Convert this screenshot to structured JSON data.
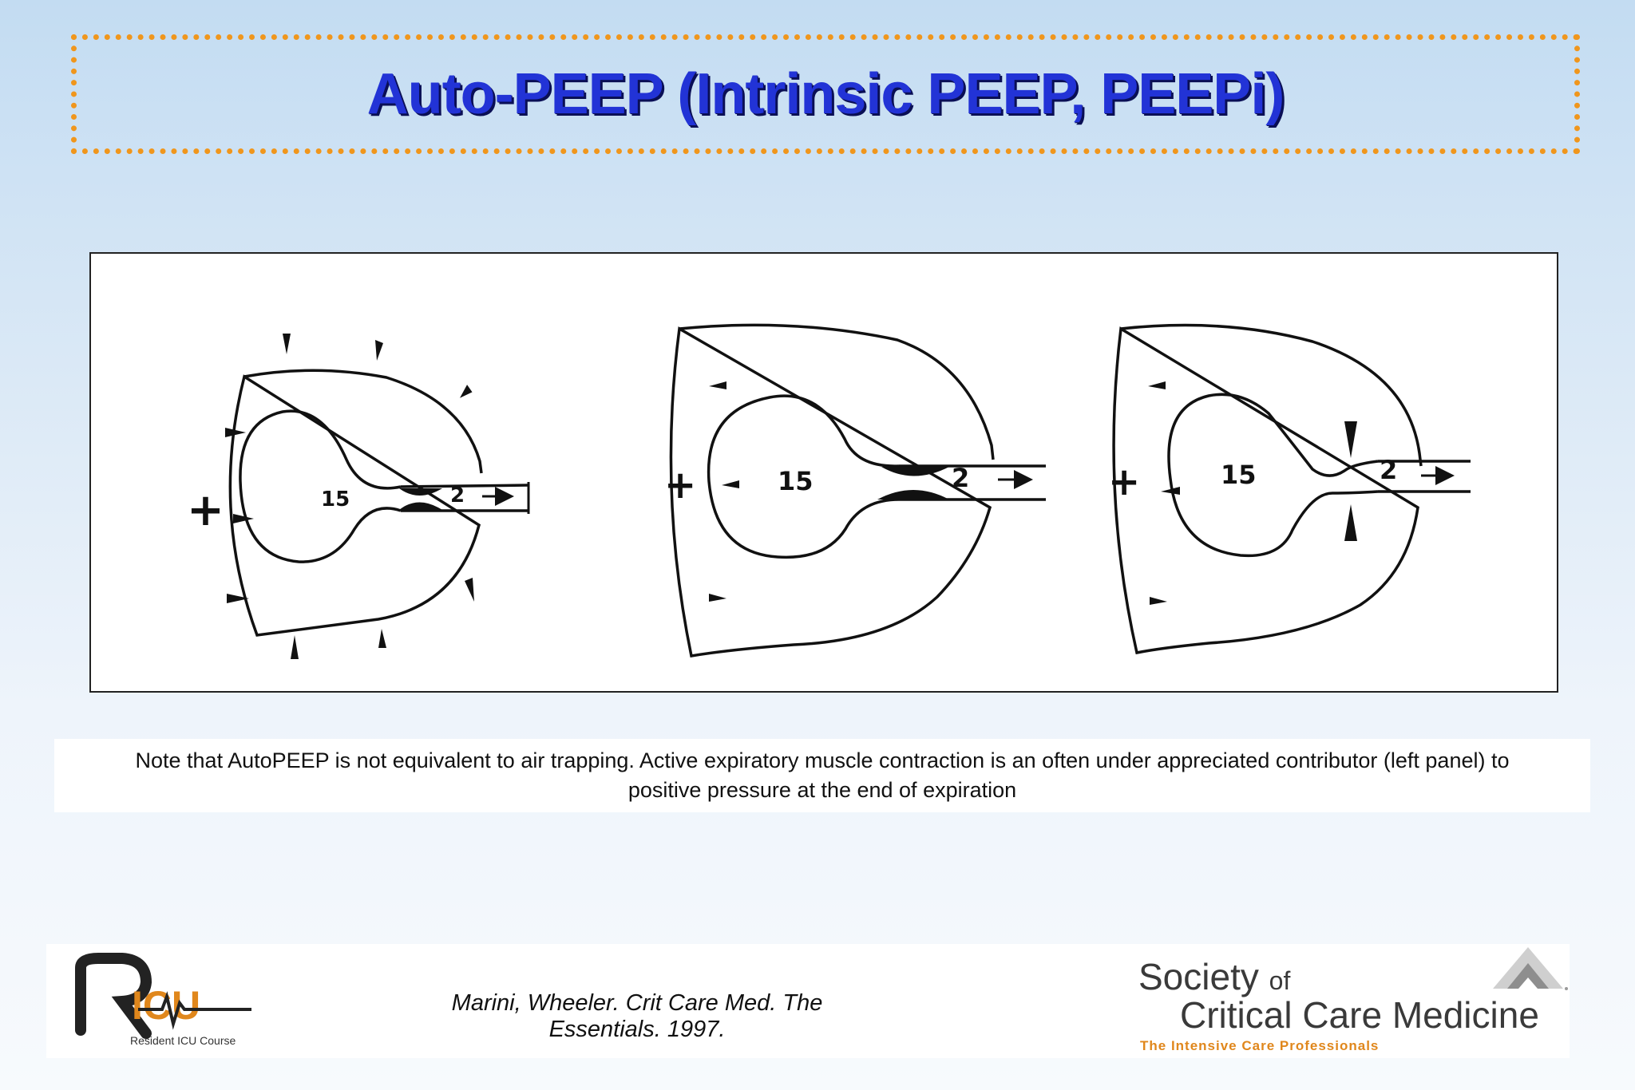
{
  "slide": {
    "title": "Auto-PEEP (Intrinsic PEEP, PEEPi)",
    "note": "Note that AutoPEEP is not equivalent to air trapping. Active expiratory muscle contraction is an often under appreciated contributor (left panel) to positive pressure at the end of expiration",
    "citation": "Marini, Wheeler. Crit Care Med. The Essentials. 1997."
  },
  "diagram": {
    "panels": [
      {
        "alveolar_pressure": "15",
        "airway_pressure": "2",
        "plus_sign": "+"
      },
      {
        "alveolar_pressure": "15",
        "airway_pressure": "2",
        "plus_sign": "+"
      },
      {
        "alveolar_pressure": "15",
        "airway_pressure": "2",
        "plus_sign": "+"
      }
    ]
  },
  "logos": {
    "ricu": {
      "subtitle": "Resident ICU Course"
    },
    "sccm": {
      "society": "Society",
      "of": "of",
      "name": "Critical Care Medicine",
      "tagline": "The Intensive Care Professionals"
    }
  }
}
